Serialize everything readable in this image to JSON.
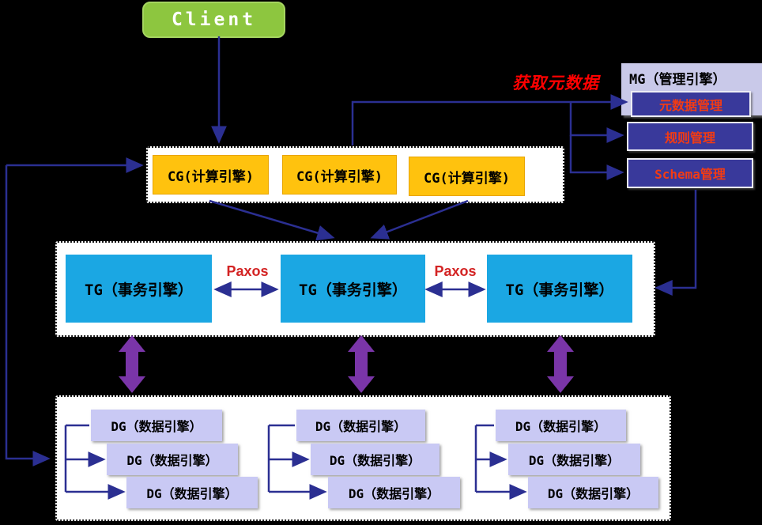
{
  "client": {
    "label": "Client"
  },
  "cg": {
    "boxes": [
      {
        "label": "CG(计算引擎)"
      },
      {
        "label": "CG(计算引擎)"
      },
      {
        "label": "CG(计算引擎)"
      }
    ]
  },
  "mg": {
    "header": "MG（管理引擎）",
    "annotation": "获取元数据",
    "items": [
      {
        "label": "元数据管理"
      },
      {
        "label": "规则管理"
      },
      {
        "label": "Schema管理"
      }
    ]
  },
  "tg": {
    "boxes": [
      {
        "label": "TG（事务引擎）"
      },
      {
        "label": "TG（事务引擎）"
      },
      {
        "label": "TG（事务引擎）"
      }
    ],
    "paxos_labels": [
      {
        "label": "Paxos"
      },
      {
        "label": "Paxos"
      }
    ]
  },
  "dg": {
    "groups": [
      {
        "boxes": [
          {
            "label": "DG（数据引擎）"
          },
          {
            "label": "DG（数据引擎）"
          },
          {
            "label": "DG（数据引擎）"
          }
        ]
      },
      {
        "boxes": [
          {
            "label": "DG（数据引擎）"
          },
          {
            "label": "DG（数据引擎）"
          },
          {
            "label": "DG（数据引擎）"
          }
        ]
      },
      {
        "boxes": [
          {
            "label": "DG（数据引擎）"
          },
          {
            "label": "DG（数据引擎）"
          },
          {
            "label": "DG（数据引擎）"
          }
        ]
      }
    ]
  },
  "colors": {
    "background": "#000000",
    "client_green": "#8DC63F",
    "cg_orange": "#FFC20E",
    "tg_blue": "#1BA7E3",
    "dg_lavender": "#C9C9F4",
    "mg_header_bg": "#C9C9E9",
    "mg_item_bg": "#39399B",
    "mg_item_text": "#F23B14",
    "connector_blue": "#2B2F92",
    "paxos_red": "#D32323",
    "annotation_red": "#FF0000",
    "thick_arrow_purple": "#7A35A8"
  }
}
